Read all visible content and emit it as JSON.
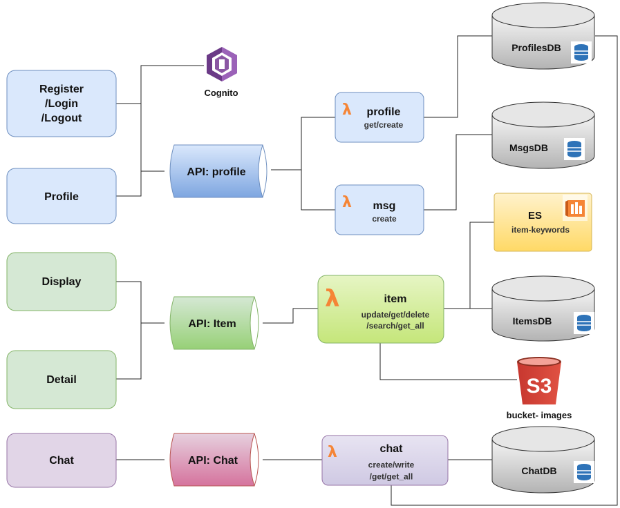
{
  "clients": {
    "register": "Register\n/Login\n/Logout",
    "profile": "Profile",
    "display": "Display",
    "detail": "Detail",
    "chat": "Chat"
  },
  "apis": {
    "profile": "API: profile",
    "item": "API: Item",
    "chat": "API: Chat"
  },
  "lambdas": {
    "profile": {
      "title": "profile",
      "sub": "get/create"
    },
    "msg": {
      "title": "msg",
      "sub": "create"
    },
    "item": {
      "title": "item",
      "sub": "update/get/delete\n/search/get_all"
    },
    "chat": {
      "title": "chat",
      "sub": "create/write\n/get/get_all"
    }
  },
  "databases": {
    "profiles": "ProfilesDB",
    "msgs": "MsgsDB",
    "items": "ItemsDB",
    "chat": "ChatDB"
  },
  "services": {
    "cognito": "Cognito",
    "es_title": "ES",
    "es_sub": "item-keywords",
    "s3_label": "bucket- images",
    "s3_text": "S3",
    "lambda_glyph": "λ"
  },
  "colors": {
    "blue_fill": "#dae8fc",
    "blue_stroke": "#6c8ebf",
    "green_fill": "#d5e8d4",
    "green_stroke": "#82b366",
    "purple_fill": "#e1d5e7",
    "purple_stroke": "#9673a6",
    "lambda_orange": "#f58536",
    "item_lambda_fill": "#cdeb8b",
    "es_fill": "#fff2cc",
    "db_fill": "#e6e6e6",
    "s3_red": "#e05243",
    "cognito_purple": "#8a56a3"
  }
}
